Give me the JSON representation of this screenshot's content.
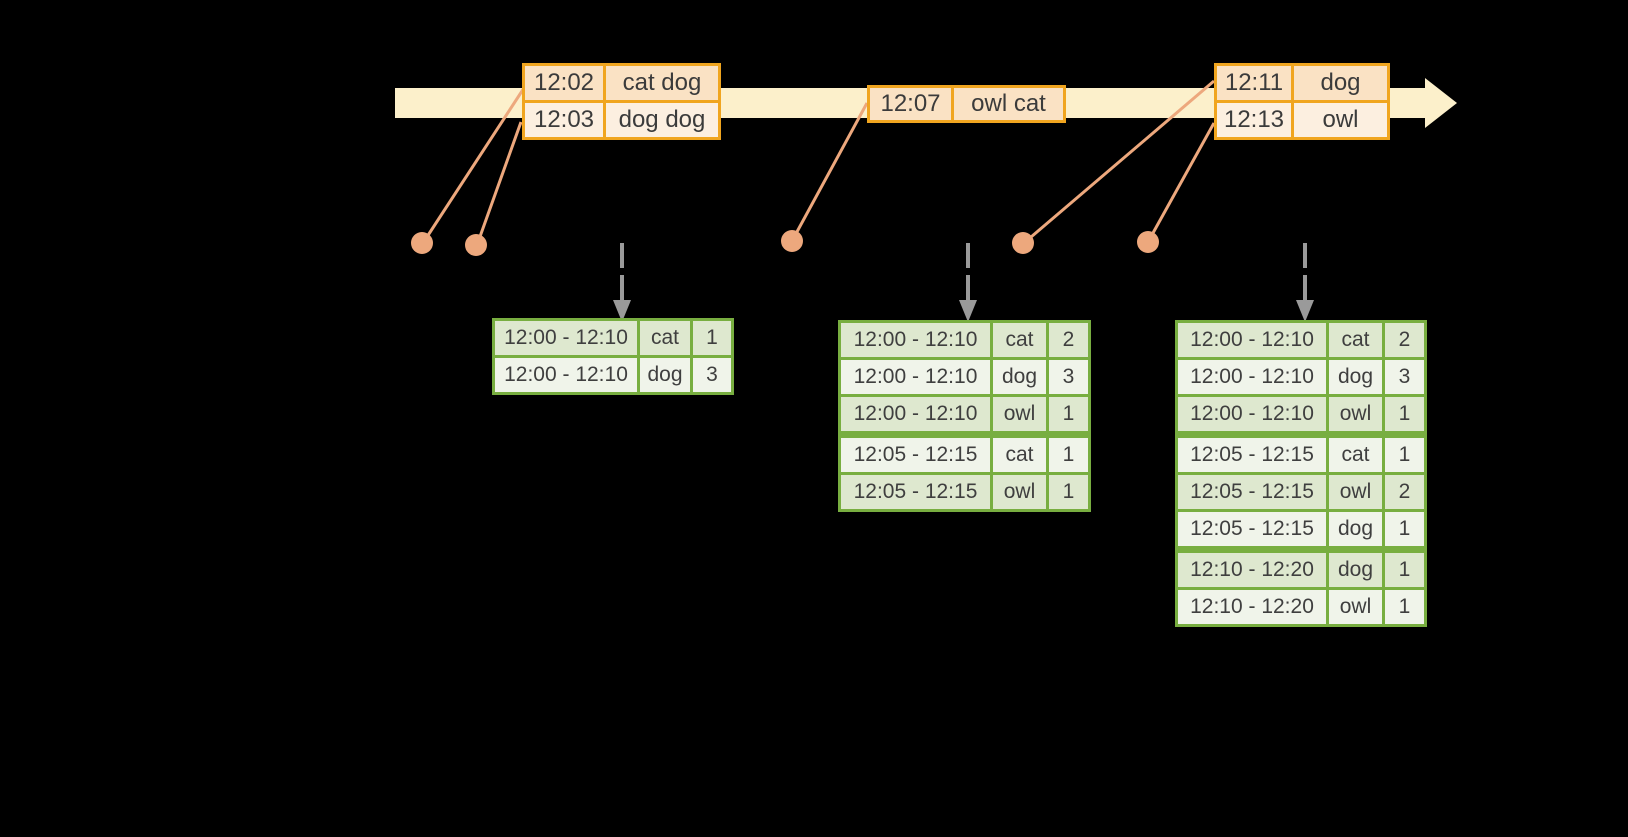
{
  "colors": {
    "background": "#000000",
    "timeline_band": "#FCF0CB",
    "event_border": "#F0A51F",
    "event_row_fill_a": "#FAE2C4",
    "event_row_fill_b": "#FCEFE0",
    "event_text": "#3B3B3B",
    "connector": "#EDA87D",
    "trigger_arrow": "#9A9A9A",
    "result_border": "#78AE40",
    "result_row_fill_a": "#DEE8CF",
    "result_row_fill_b": "#F0F4EA",
    "result_text": "#3F3F3F"
  },
  "event_tables": [
    {
      "rows": [
        {
          "time": "12:02",
          "words": "cat dog"
        },
        {
          "time": "12:03",
          "words": "dog dog"
        }
      ]
    },
    {
      "rows": [
        {
          "time": "12:07",
          "words": "owl cat"
        }
      ]
    },
    {
      "rows": [
        {
          "time": "12:11",
          "words": "dog"
        },
        {
          "time": "12:13",
          "words": "owl"
        }
      ]
    }
  ],
  "result_tables": [
    {
      "rows": [
        {
          "window": "12:00 - 12:10",
          "word": "cat",
          "count": "1"
        },
        {
          "window": "12:00 - 12:10",
          "word": "dog",
          "count": "3"
        }
      ]
    },
    {
      "rows": [
        {
          "window": "12:00 - 12:10",
          "word": "cat",
          "count": "2"
        },
        {
          "window": "12:00 - 12:10",
          "word": "dog",
          "count": "3"
        },
        {
          "window": "12:00 - 12:10",
          "word": "owl",
          "count": "1"
        },
        {
          "window": "12:05 - 12:15",
          "word": "cat",
          "count": "1"
        },
        {
          "window": "12:05 - 12:15",
          "word": "owl",
          "count": "1"
        }
      ]
    },
    {
      "rows": [
        {
          "window": "12:00 - 12:10",
          "word": "cat",
          "count": "2"
        },
        {
          "window": "12:00 - 12:10",
          "word": "dog",
          "count": "3"
        },
        {
          "window": "12:00 - 12:10",
          "word": "owl",
          "count": "1"
        },
        {
          "window": "12:05 - 12:15",
          "word": "cat",
          "count": "1"
        },
        {
          "window": "12:05 - 12:15",
          "word": "owl",
          "count": "2"
        },
        {
          "window": "12:05 - 12:15",
          "word": "dog",
          "count": "1"
        },
        {
          "window": "12:10 - 12:20",
          "word": "dog",
          "count": "1"
        },
        {
          "window": "12:10 - 12:20",
          "word": "owl",
          "count": "1"
        }
      ]
    }
  ]
}
